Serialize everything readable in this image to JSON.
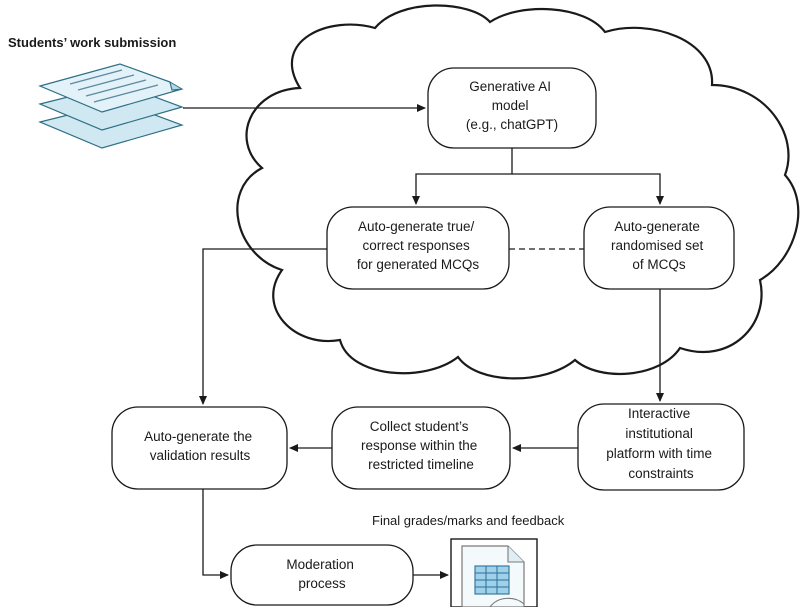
{
  "captions": {
    "submission": "Students’ work submission",
    "final_grades": "Final grades/marks and feedback"
  },
  "nodes": {
    "ai_model": [
      "Generative AI",
      "model",
      "(e.g., chatGPT)"
    ],
    "true_responses": [
      "Auto-generate true/",
      "correct responses",
      "for generated MCQs"
    ],
    "randomised_mcqs": [
      "Auto-generate",
      "randomised set",
      "of MCQs"
    ],
    "validation": [
      "Auto-generate the",
      "validation results"
    ],
    "collect": [
      "Collect student’s",
      "response within the",
      "restricted timeline"
    ],
    "platform": [
      "Interactive",
      "institutional",
      "platform with time",
      "constraints"
    ],
    "moderation": [
      "Moderation",
      "process"
    ]
  },
  "colors": {
    "stroke": "#1a1a1a",
    "doc_fill": "#cfe8f1",
    "doc_stroke": "#2f6f86",
    "doc_lines": "#5d8aa0",
    "sheet_fill": "#ffffff",
    "sheet_stroke": "#7a7a7a",
    "table_fill": "#9fd2ea",
    "table_stroke": "#2e6f98"
  },
  "icons": {
    "submission_icon": "document-stack-icon",
    "grades_icon": "spreadsheet-document-icon"
  }
}
